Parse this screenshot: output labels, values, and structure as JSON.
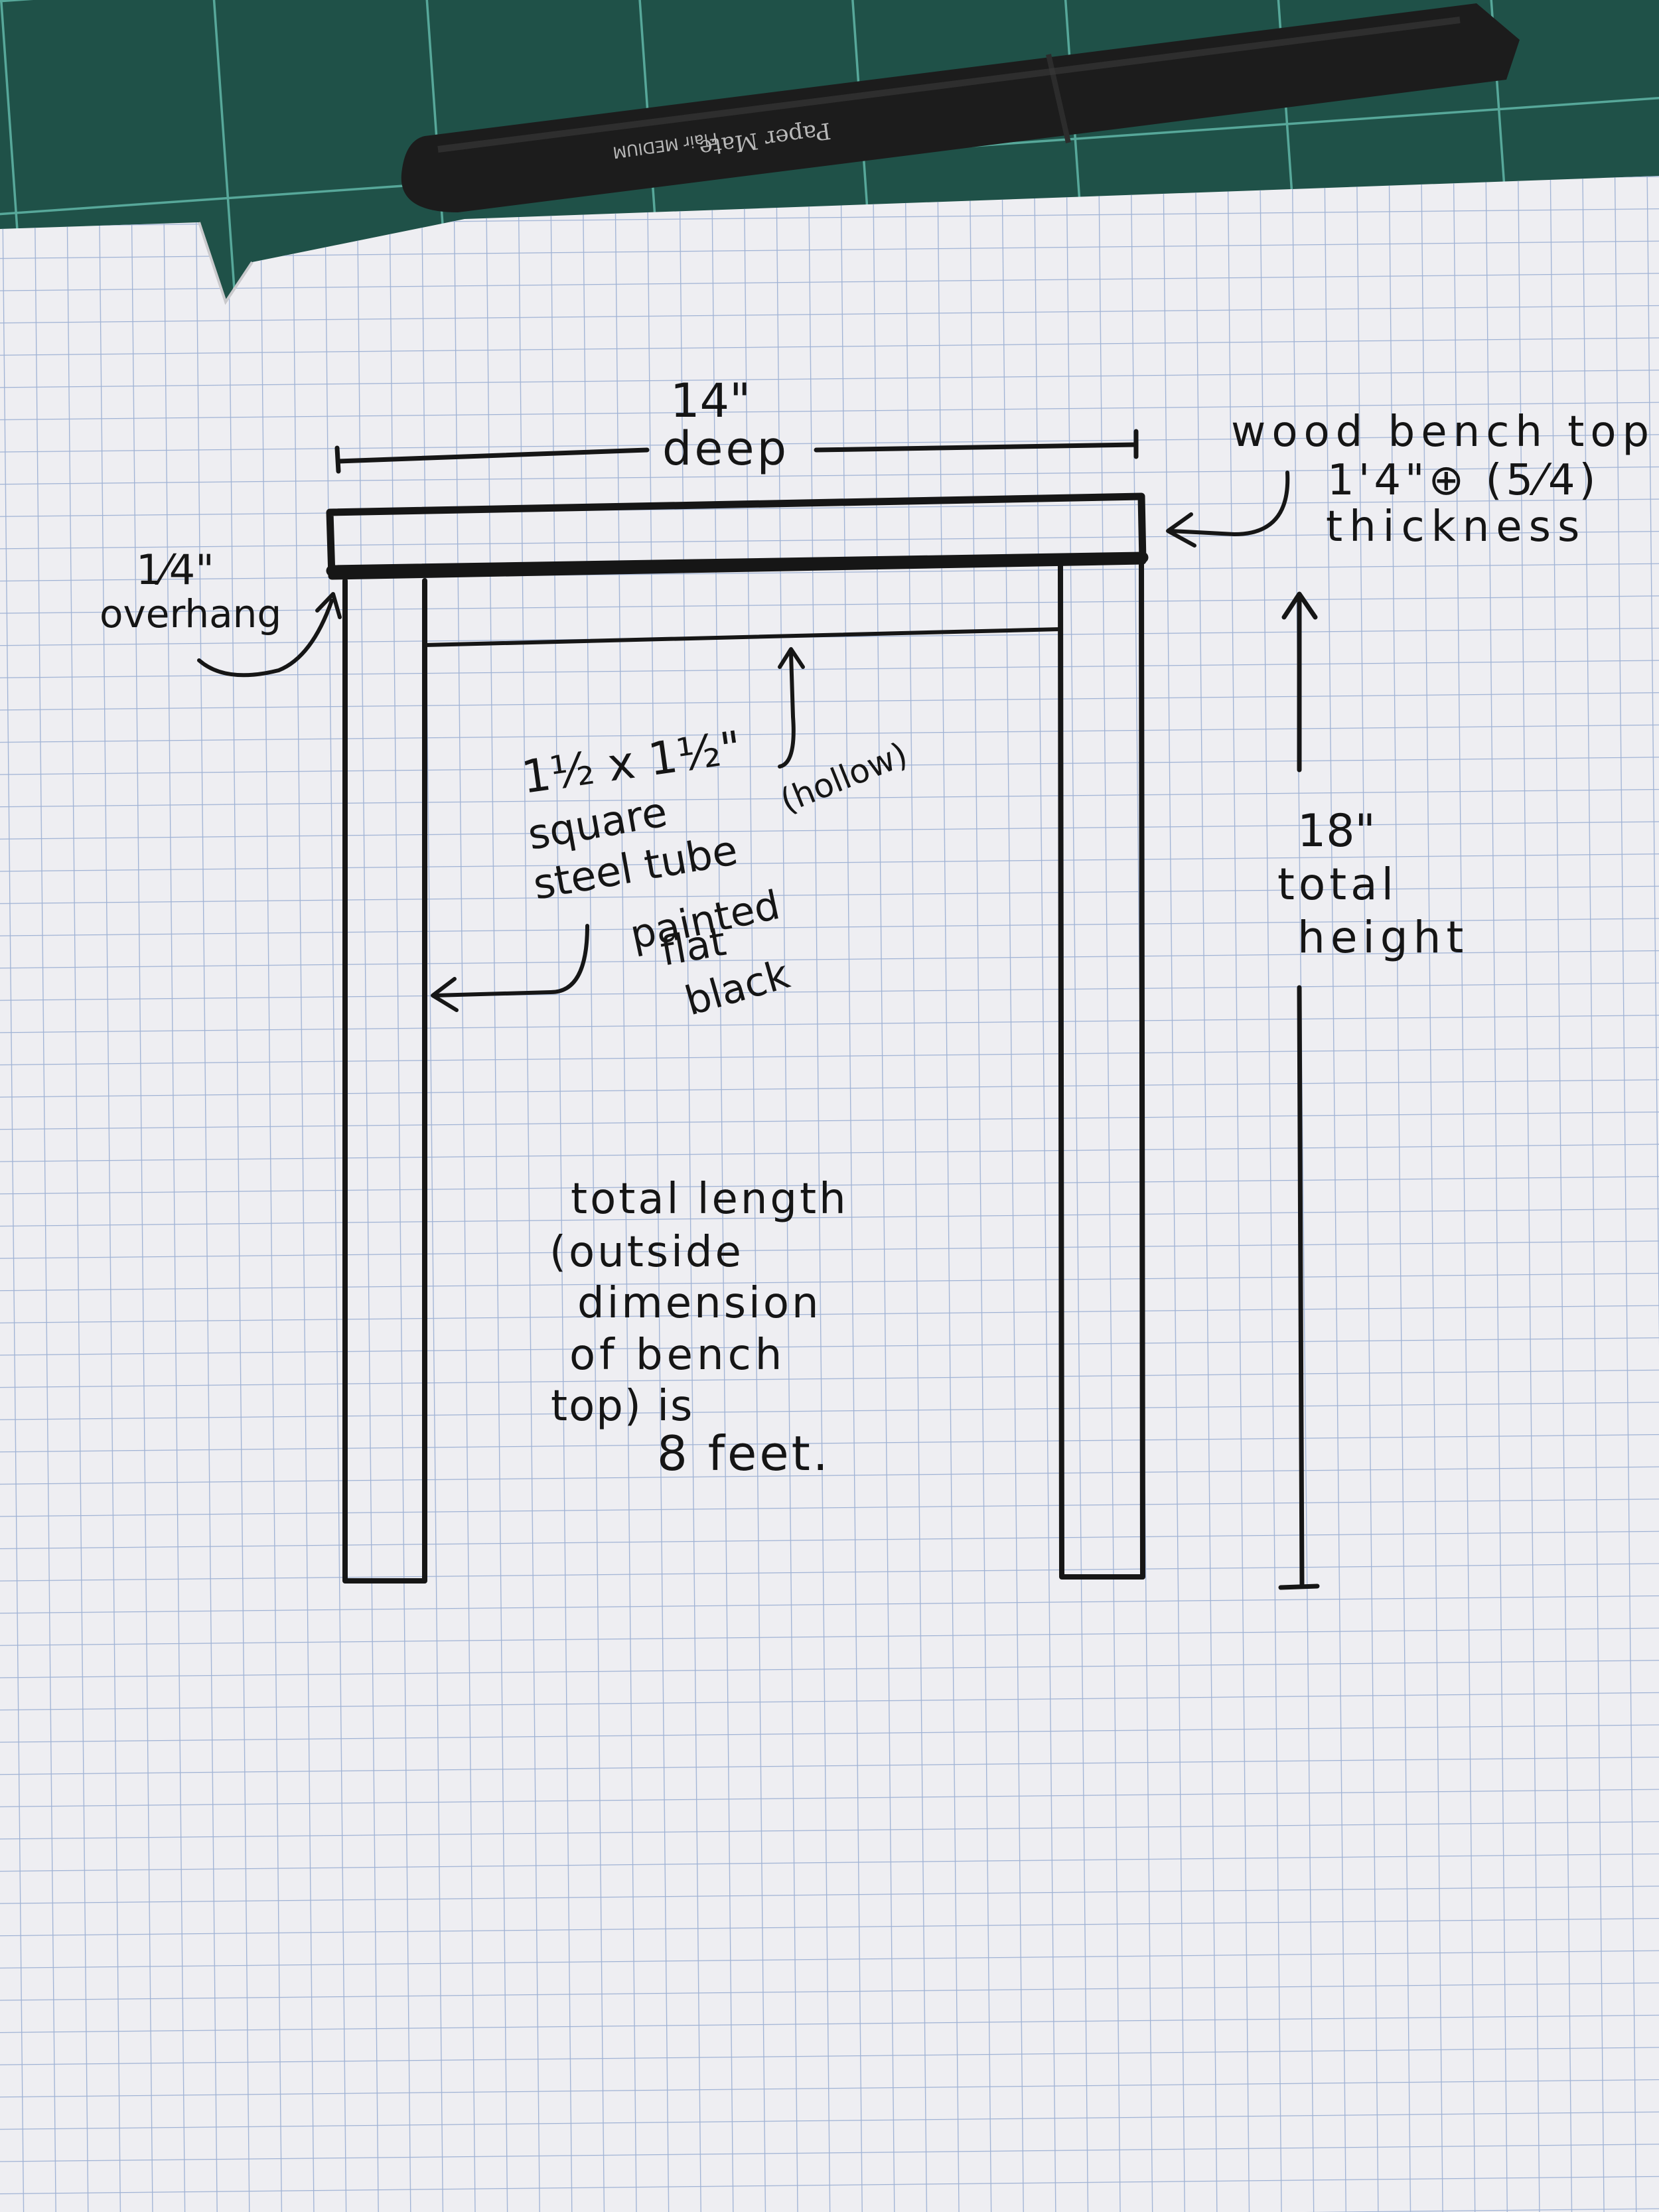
{
  "pen": {
    "brand": "Paper Mate",
    "model": "Flair MEDIUM"
  },
  "diagram": {
    "depth_value": "14\"",
    "depth_word": "deep",
    "top_label": "wood bench top",
    "top_thickness": "1'4\"⊕ (5⁄4)",
    "top_thickness_word": "thickness",
    "overhang_value": "1⁄4\"",
    "overhang_word": "overhang",
    "tube_size": "1½ x 1½\"",
    "tube_line1": "square",
    "tube_line2": "steel tube",
    "tube_hollow": "(hollow)",
    "paint_line1": "painted",
    "paint_line2": "flat",
    "paint_line3": "black",
    "height_value": "18\"",
    "height_word1": "total",
    "height_word2": "height",
    "length_line1": "total length",
    "length_line2": "(outside",
    "length_line3": "dimension",
    "length_line4": "of bench",
    "length_line5": "top) is",
    "length_line6": "8 feet."
  },
  "colors": {
    "mat": "#1f5148",
    "mat_grid": "#57a89a",
    "paper": "#eeeef2",
    "paper_grid": "#9fb2d4",
    "ink": "#161616"
  }
}
